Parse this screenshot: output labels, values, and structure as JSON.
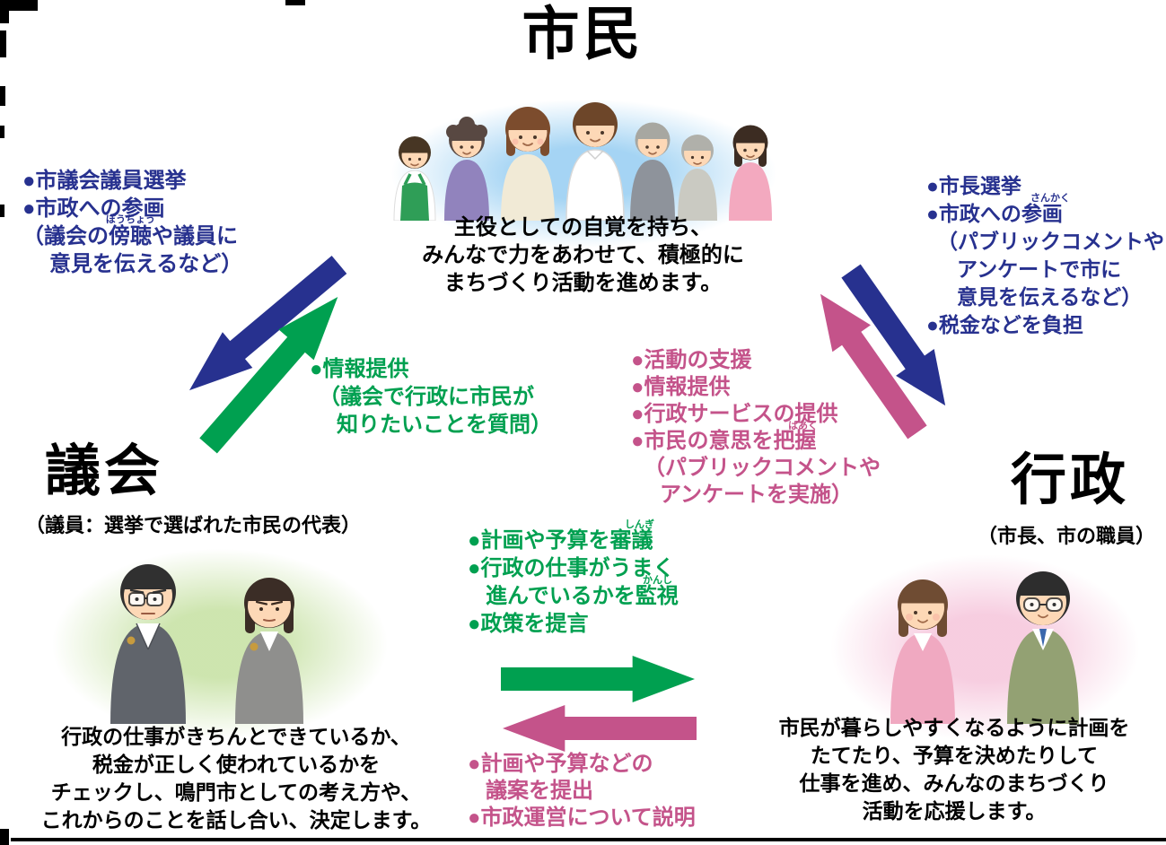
{
  "colors": {
    "blue": "#27318f",
    "green": "#00a050",
    "pink": "#c4538a"
  },
  "citizens": {
    "title": "市民",
    "desc": [
      "主役としての自覚を持ち、",
      "みんなで力をあわせて、積極的に",
      "まちづくり活動を進めます。"
    ]
  },
  "council": {
    "title": "議会",
    "subtitle": "（議員：選挙で選ばれた市民の代表）",
    "desc": [
      "行政の仕事がきちんとできているか、",
      "税金が正しく使われているかを",
      "チェックし、鳴門市としての考え方や、",
      "これからのことを話し合い、決定します。"
    ]
  },
  "administration": {
    "title": "行政",
    "subtitle": "（市長、市の職員）",
    "desc": [
      "市民が暮らしやすくなるように計画を",
      "たてたり、予算を決めたりして",
      "仕事を進め、みんなのまちづくり",
      "活動を応援します。"
    ]
  },
  "citizens_to_council": {
    "lines": [
      "●市議会議員選挙",
      "●市政への参画",
      "（議会の傍聴や議員に",
      "意見を伝えるなど）"
    ],
    "furigana_bouchou": "ぼうちょう"
  },
  "citizens_to_admin": {
    "lines": [
      "●市長選挙",
      "●市政への参画",
      "（パブリックコメントや",
      "アンケートで市に",
      "意見を伝えるなど）",
      "●税金などを負担"
    ],
    "furigana_sankaku": "さんかく"
  },
  "council_to_citizens": {
    "lines": [
      "●情報提供",
      "（議会で行政に市民が",
      "知りたいことを質問）"
    ]
  },
  "admin_to_citizens": {
    "lines": [
      "●活動の支援",
      "●情報提供",
      "●行政サービスの提供",
      "●市民の意思を把握",
      "（パブリックコメントや",
      "アンケートを実施）"
    ],
    "furigana_haaku": "はあく"
  },
  "council_to_admin": {
    "lines": [
      "●計画や予算を審議",
      "●行政の仕事がうまく",
      "進んでいるかを監視",
      "●政策を提言"
    ],
    "furigana_shingi": "しんぎ",
    "furigana_kanshi": "かんし"
  },
  "admin_to_council": {
    "lines": [
      "●計画や予算などの",
      "議案を提出",
      "●市政運営について説明"
    ]
  }
}
